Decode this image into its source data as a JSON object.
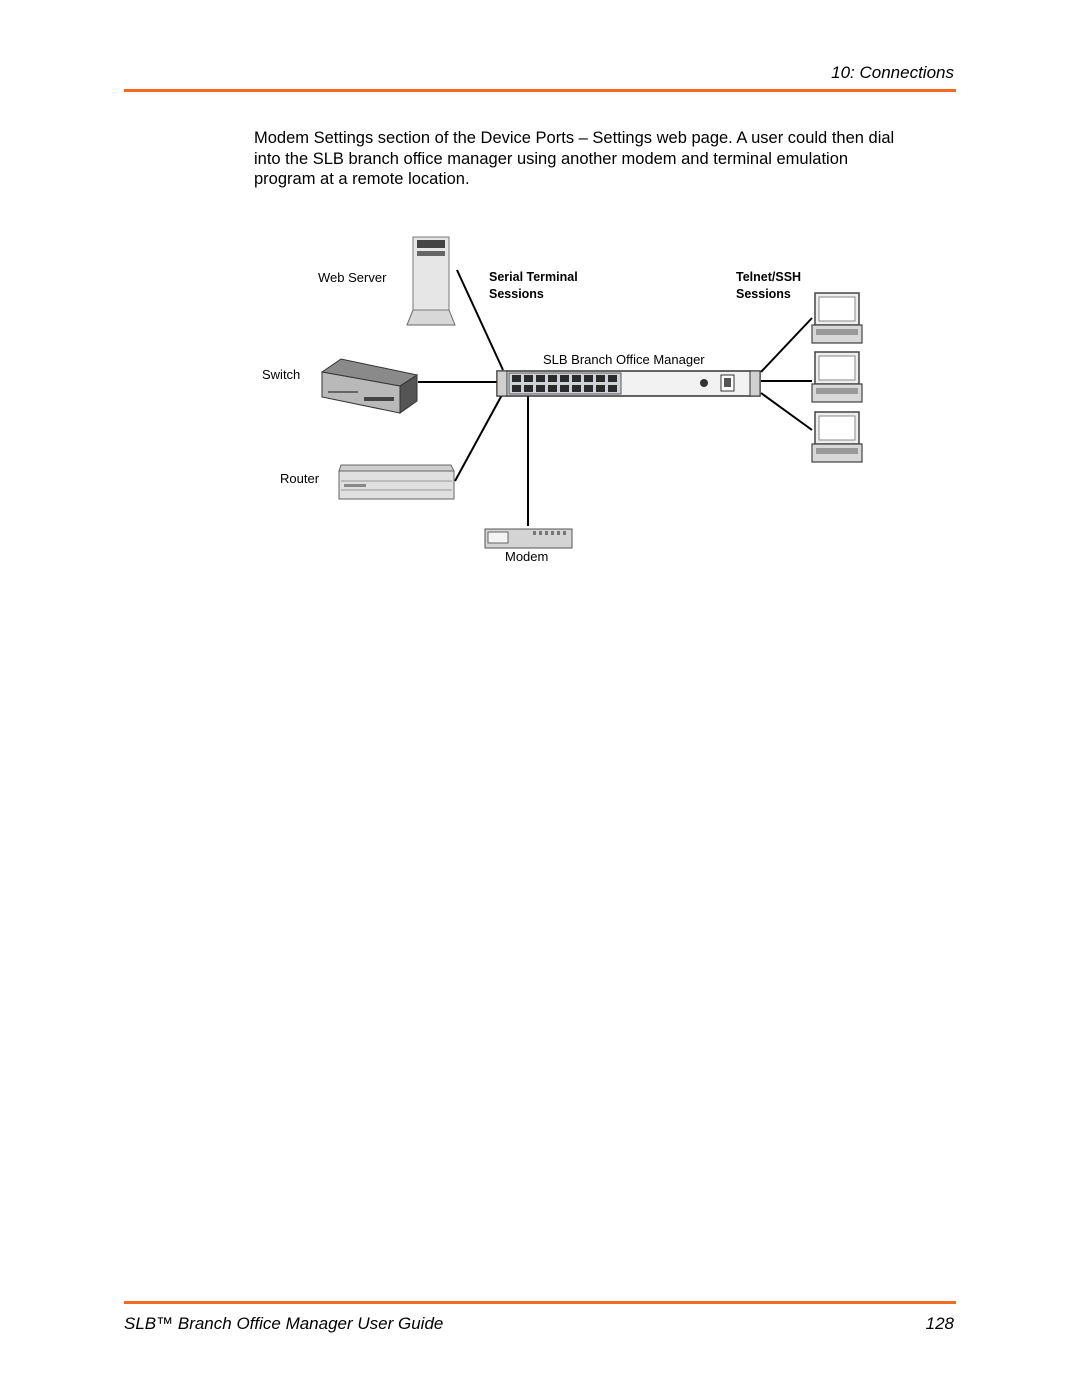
{
  "header": {
    "section_title": "10: Connections"
  },
  "body": {
    "lines": [
      "Modem Settings section of the Device Ports – Settings web page. A user could then dial",
      "into the SLB branch office manager using another modem and terminal emulation",
      "program at a remote location."
    ]
  },
  "figure": {
    "web_server": "Web Server",
    "switch": "Switch",
    "router": "Router",
    "modem": "Modem",
    "device": "SLB Branch Office Manager",
    "serial_sessions": [
      "Serial Terminal",
      "Sessions"
    ],
    "telnet_sessions": [
      "Telnet/SSH",
      "Sessions"
    ]
  },
  "footer": {
    "title": "SLB™ Branch Office Manager User Guide",
    "page": "128"
  },
  "colors": {
    "accent_rule": "#f26b21"
  }
}
